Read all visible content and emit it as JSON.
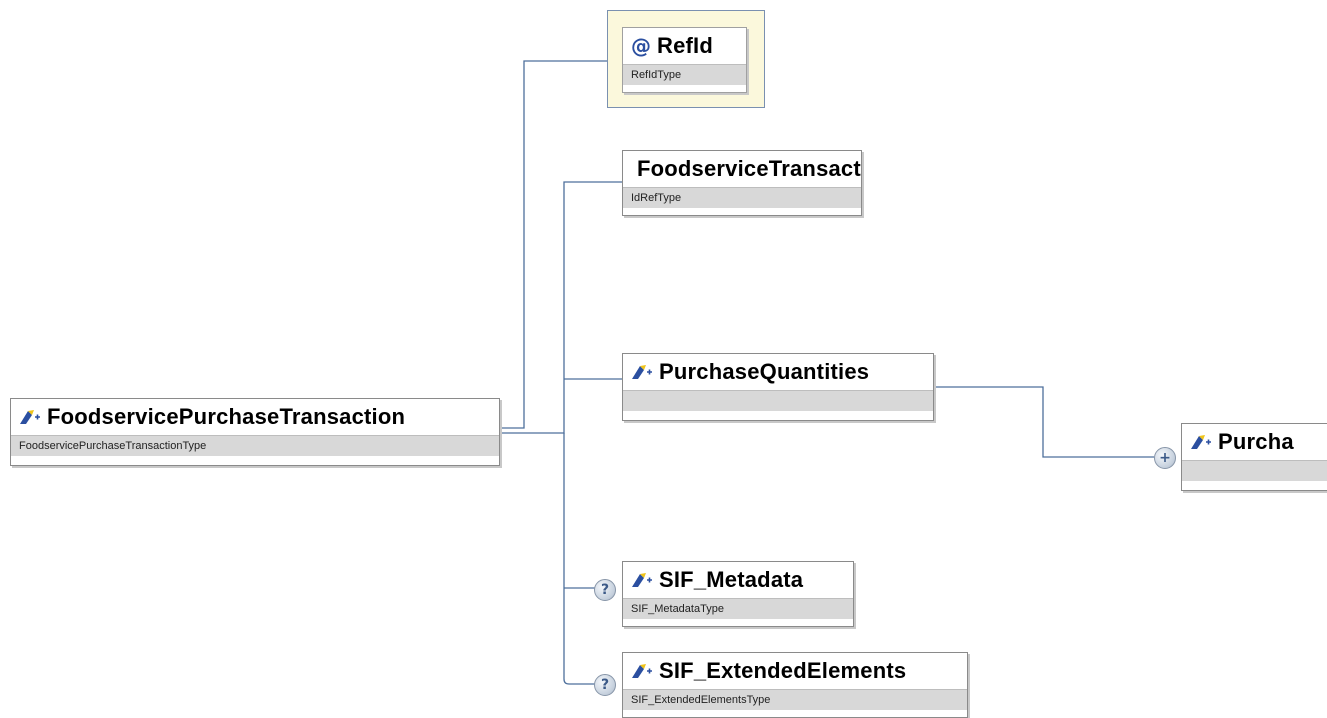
{
  "colors": {
    "connector": "#4d6f9c",
    "type_bar": "#d8d8d8",
    "attribute_frame": "#fbf8dc",
    "icon_blue": "#2b4fa0",
    "icon_yellow": "#f0c419"
  },
  "root": {
    "name": "FoodservicePurchaseTransaction",
    "type": "FoodservicePurchaseTransactionType",
    "icon": "element-icon"
  },
  "attribute": {
    "symbol": "@",
    "name": "RefId",
    "type": "RefIdType",
    "icon": "attribute-icon"
  },
  "children": [
    {
      "name": "FoodserviceTransactionRefId",
      "type": "IdRefType",
      "icon": "element-icon",
      "optional": false
    },
    {
      "name": "PurchaseQuantities",
      "type": "",
      "icon": "element-icon",
      "optional": false
    },
    {
      "name": "SIF_Metadata",
      "type": "SIF_MetadataType",
      "icon": "element-icon",
      "optional": true
    },
    {
      "name": "SIF_ExtendedElements",
      "type": "SIF_ExtendedElementsType",
      "icon": "element-icon",
      "optional": true
    }
  ],
  "grandchild": {
    "name": "Purcha",
    "type": "",
    "icon": "element-icon",
    "expand_symbol": "+"
  },
  "badges": {
    "optional_symbol": "?"
  }
}
